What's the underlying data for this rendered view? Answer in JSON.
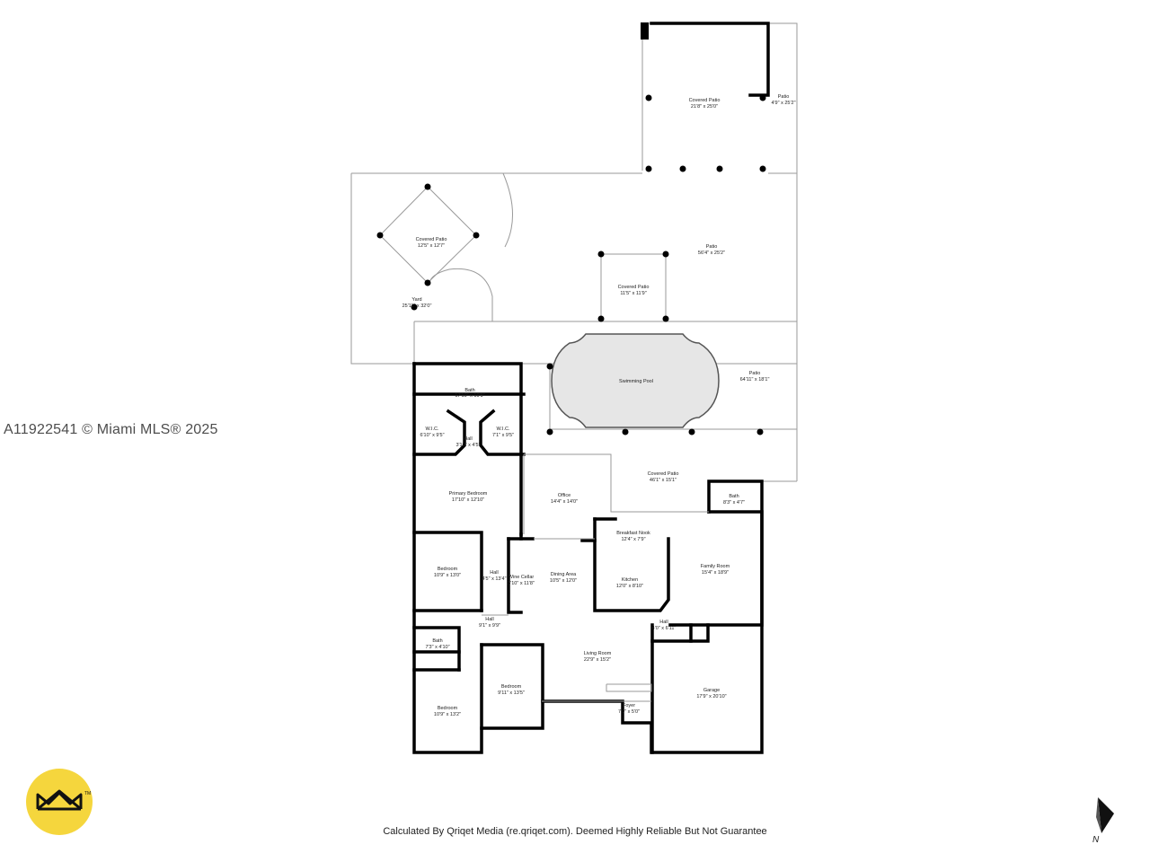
{
  "watermark": "A11922541 © Miami MLS® 2025",
  "footer": "Calculated By Qriqet Media (re.qriqet.com). Deemed Highly Reliable But Not Guarantee",
  "north_label": "N",
  "icons": {
    "logo": "qriqet-logo-icon",
    "compass": "north-arrow-icon"
  },
  "colors": {
    "wall": "#000000",
    "thin_line": "#9a9a9a",
    "pool": "#e6e6e6",
    "logo": "#f5d63d"
  },
  "rooms": [
    {
      "name": "Covered Patio",
      "dims": "21'8\" x 25'0\""
    },
    {
      "name": "Patio",
      "dims": "4'9\" x 25'2\""
    },
    {
      "name": "Covered Patio",
      "dims": "12'5\" x 12'7\""
    },
    {
      "name": "Yard",
      "dims": "25'11\" x 32'0\""
    },
    {
      "name": "Patio",
      "dims": "56'4\" x 25'2\""
    },
    {
      "name": "Covered Patio",
      "dims": "11'5\" x 11'9\""
    },
    {
      "name": "Swimming Pool",
      "dims": ""
    },
    {
      "name": "Patio",
      "dims": "64'11\" x 18'1\""
    },
    {
      "name": "Bath",
      "dims": "17'10\" x 10'9\""
    },
    {
      "name": "W.I.C.",
      "dims": "6'10\" x 9'5\""
    },
    {
      "name": "W.I.C.",
      "dims": "7'1\" x 9'5\""
    },
    {
      "name": "Hall",
      "dims": "3'10\" x 4'5\""
    },
    {
      "name": "Covered Patio",
      "dims": "46'1\" x 15'1\""
    },
    {
      "name": "Primary Bedroom",
      "dims": "17'10\" x 12'10\""
    },
    {
      "name": "Office",
      "dims": "14'4\" x 14'0\""
    },
    {
      "name": "Bath",
      "dims": "8'3\" x 4'7\""
    },
    {
      "name": "Breakfast Nook",
      "dims": "12'4\" x 7'9\""
    },
    {
      "name": "Bedroom",
      "dims": "10'9\" x 13'0\""
    },
    {
      "name": "Hall",
      "dims": "4'5\" x 13'4\""
    },
    {
      "name": "Wine Cellar",
      "dims": "3'10\" x 11'8\""
    },
    {
      "name": "Dining Area",
      "dims": "10'5\" x 12'0\""
    },
    {
      "name": "Kitchen",
      "dims": "12'0\" x 8'10\""
    },
    {
      "name": "Family Room",
      "dims": "15'4\" x 18'9\""
    },
    {
      "name": "Hall",
      "dims": "9'1\" x 9'9\""
    },
    {
      "name": "Hall",
      "dims": "4'0\" x 6'11\""
    },
    {
      "name": "Bath",
      "dims": "7'3\" x 4'10\""
    },
    {
      "name": "Living Room",
      "dims": "22'9\" x 15'2\""
    },
    {
      "name": "Bedroom",
      "dims": "9'11\" x 13'5\""
    },
    {
      "name": "Garage",
      "dims": "17'9\" x 20'10\""
    },
    {
      "name": "Foyer",
      "dims": "7'9\" x 5'0\""
    },
    {
      "name": "Bedroom",
      "dims": "10'9\" x 13'2\""
    }
  ]
}
